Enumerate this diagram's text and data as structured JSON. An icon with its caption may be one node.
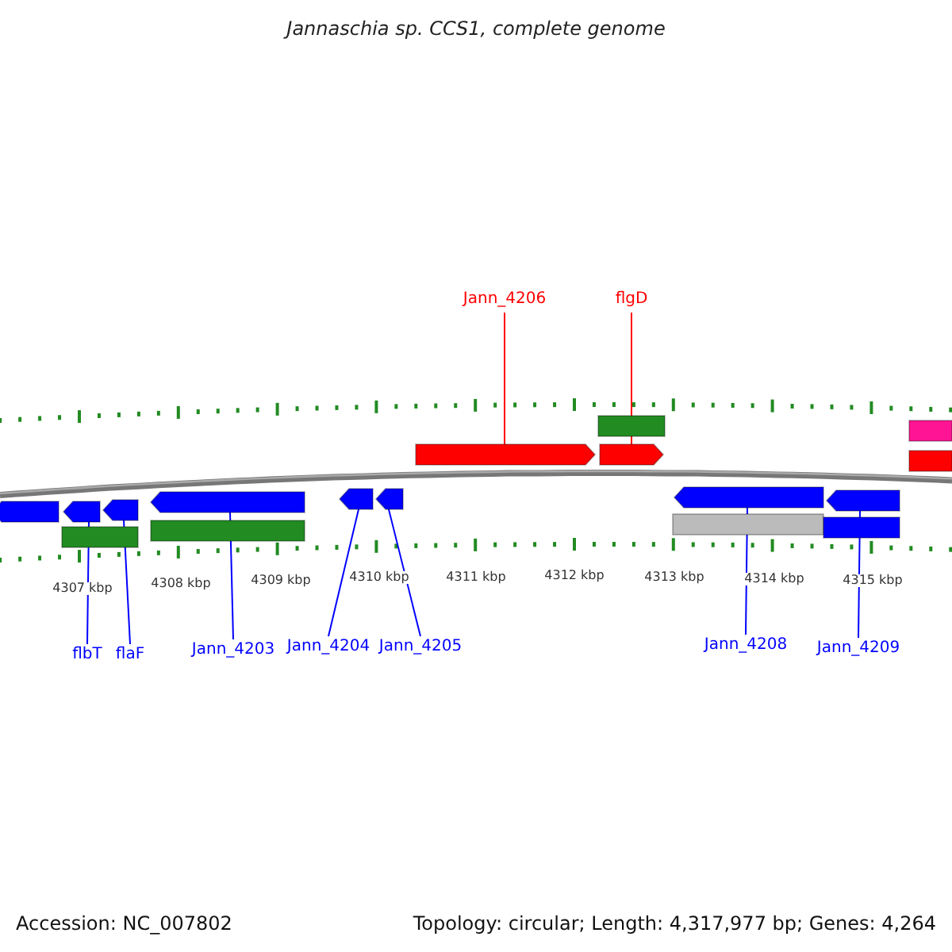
{
  "diagram": {
    "title": "Jannaschia sp. CCS1, complete genome",
    "nodes": [
      {
        "text": [
          "Jann_4206"
        ]
      },
      {
        "text": [
          "flgD"
        ]
      },
      {
        "text": [
          "flbT"
        ]
      },
      {
        "text": [
          "flaF"
        ]
      },
      {
        "text": [
          "Jann_4203"
        ]
      },
      {
        "text": [
          "Jann_4204"
        ]
      },
      {
        "text": [
          "Jann_4205"
        ]
      },
      {
        "text": [
          "Jann_4208"
        ]
      },
      {
        "text": [
          "Jann_4209"
        ]
      },
      {
        "text": [],
        "shape": "arrow"
      },
      {
        "text": [],
        "shape": "arrow"
      },
      {
        "text": [],
        "shape": "bar"
      },
      {
        "text": [],
        "shape": "arrow"
      },
      {
        "text": [],
        "shape": "arrow"
      },
      {
        "text": [],
        "shape": "bar"
      },
      {
        "text": [],
        "shape": "arrow"
      },
      {
        "text": [],
        "shape": "arrow"
      },
      {
        "text": [],
        "shape": "arrow"
      },
      {
        "text": [],
        "shape": "bar"
      },
      {
        "text": [],
        "shape": "arrow"
      },
      {
        "text": [],
        "shape": "arrow"
      },
      {
        "text": [],
        "shape": "bar"
      },
      {
        "text": [],
        "shape": "bar"
      },
      {
        "text": [],
        "shape": "arrow"
      },
      {
        "text": [],
        "shape": "bar"
      },
      {
        "text": [],
        "shape": "bar"
      }
    ],
    "edges": [
      {
        "from": 0,
        "to": 17,
        "arrow": "none",
        "color": "#ff0000"
      },
      {
        "from": 1,
        "to": 19,
        "arrow": "none",
        "color": "#ff0000"
      },
      {
        "from": 2,
        "to": 10,
        "arrow": "none"
      },
      {
        "from": 3,
        "to": 12,
        "arrow": "none"
      },
      {
        "from": 4,
        "to": 13,
        "arrow": "none"
      },
      {
        "from": 5,
        "to": 15,
        "arrow": "none"
      },
      {
        "from": 6,
        "to": 16,
        "arrow": "none"
      },
      {
        "from": 7,
        "to": 20,
        "arrow": "none"
      },
      {
        "from": 8,
        "to": 23,
        "arrow": "none"
      }
    ],
    "labels": [
      "4307 kbp",
      "4308 kbp",
      "4309 kbp",
      "4310 kbp",
      "4311 kbp",
      "4312 kbp",
      "4313 kbp",
      "4314 kbp",
      "4315 kbp",
      "Accession: NC_007802",
      "Topology: circular; Length: 4,317,977 bp; Genes: 4,264"
    ]
  }
}
